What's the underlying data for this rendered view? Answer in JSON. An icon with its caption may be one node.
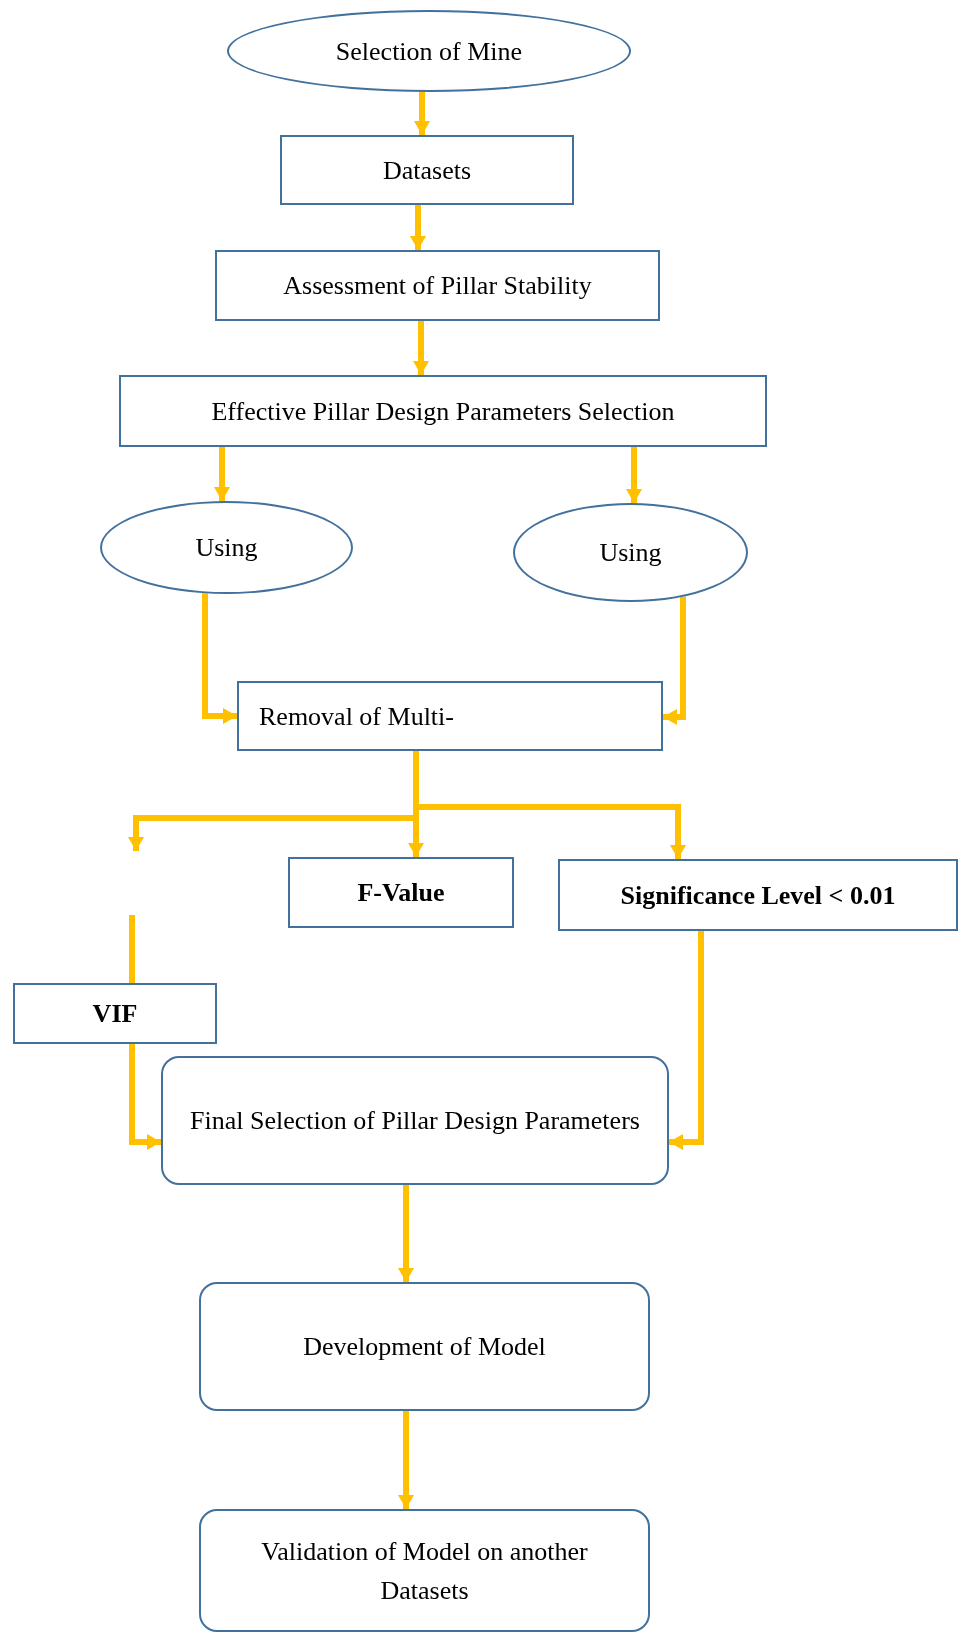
{
  "diagram": {
    "nodes": [
      {
        "text": [
          "Selection of Mine"
        ]
      },
      {
        "text": [
          "Datasets"
        ]
      },
      {
        "text": [
          "Assessment of Pillar Stability"
        ]
      },
      {
        "text": [
          "Effective Pillar Design Parameters Selection"
        ]
      },
      {
        "text": [
          "Using"
        ]
      },
      {
        "text": [
          "Using"
        ]
      },
      {
        "text": [
          "Removal of Multi-"
        ]
      },
      {
        "text": [
          "F-Value"
        ]
      },
      {
        "text": [
          "Significance Level < 0.01"
        ]
      },
      {
        "text": [
          "VIF"
        ]
      },
      {
        "text": [
          "Final Selection of Pillar Design Parameters"
        ]
      },
      {
        "text": [
          "Development of Model"
        ]
      },
      {
        "text": [
          "Validation of Model on another Datasets"
        ]
      }
    ],
    "edges": [
      {
        "from": 0,
        "to": 1,
        "arrow": "to"
      },
      {
        "from": 1,
        "to": 2,
        "arrow": "to"
      },
      {
        "from": 2,
        "to": 3,
        "arrow": "to"
      },
      {
        "from": 3,
        "to": 4,
        "arrow": "to"
      },
      {
        "from": 3,
        "to": 5,
        "arrow": "to"
      },
      {
        "from": 4,
        "to": 6,
        "arrow": "to"
      },
      {
        "from": 5,
        "to": 6,
        "arrow": "to"
      },
      {
        "from": 6,
        "to": 7,
        "arrow": "to"
      },
      {
        "from": 6,
        "to": 8,
        "arrow": "to"
      },
      {
        "from": 6,
        "to": null,
        "arrow": "to"
      },
      {
        "from": null,
        "to": 9,
        "arrow": "none"
      },
      {
        "from": 9,
        "to": 10,
        "arrow": "to"
      },
      {
        "from": 8,
        "to": 10,
        "arrow": "to"
      },
      {
        "from": 10,
        "to": 11,
        "arrow": "to"
      },
      {
        "from": 11,
        "to": 12,
        "arrow": "to"
      }
    ]
  }
}
